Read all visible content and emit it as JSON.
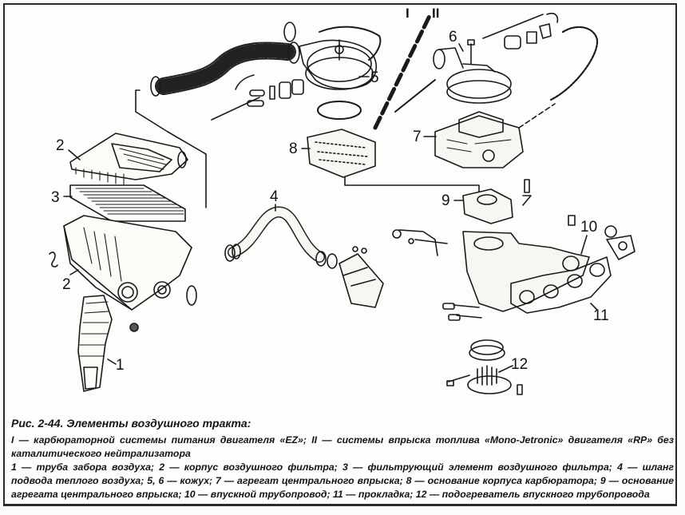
{
  "figure": {
    "section_labels": {
      "left": "I",
      "right": "II"
    },
    "part_labels": [
      "1",
      "2",
      "2",
      "3",
      "4",
      "5",
      "6",
      "7",
      "8",
      "9",
      "10",
      "11",
      "12"
    ],
    "caption": {
      "title": "Рис. 2-44. Элементы воздушного тракта:",
      "systems": "I — карбюраторной системы питания двигателя «EZ»; II — системы впрыска топлива «Mono-Jetronic» двигателя «RP» без каталитического нейтрализатора",
      "parts": "1 — труба забора воздуха; 2 — корпус воздушного фильтра; 3 — фильтрующий элемент воздушного фильтра; 4 — шланг подвода теплого воздуха; 5, 6 — кожух; 7 — агрегат центрального впрыска; 8 — основание корпуса карбюратора; 9 — основание агрегата центрального впрыска; 10 — впускной трубопровод; 11 — прокладка; 12 — подогреватель впускного трубопровода"
    }
  }
}
